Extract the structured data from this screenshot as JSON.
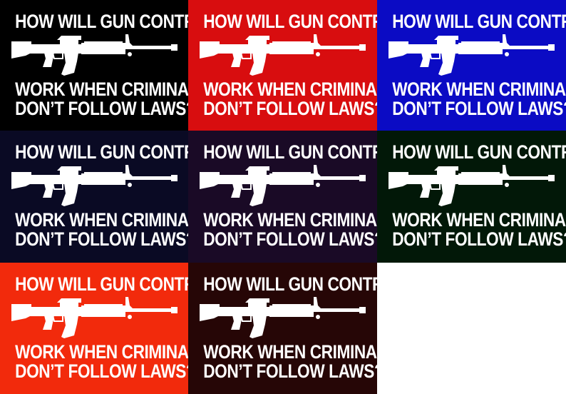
{
  "tiles": [
    {
      "line1": "HOW WILL GUN CONTROL",
      "line2": "WORK WHEN CRIMINALS",
      "line3": "DON’T FOLLOW LAWS?",
      "bg": "#000000"
    },
    {
      "line1": "HOW WILL GUN CONTROL",
      "line2": "WORK WHEN CRIMINALS",
      "line3": "DON’T FOLLOW LAWS?",
      "bg": "#d80d0f"
    },
    {
      "line1": "HOW WILL GUN CONTROL",
      "line2": "WORK WHEN CRIMINALS",
      "line3": "DON’T FOLLOW LAWS?",
      "bg": "#0b0bc4"
    },
    {
      "line1": "HOW WILL GUN CONTROL",
      "line2": "WORK WHEN CRIMINALS",
      "line3": "DON’T FOLLOW LAWS?",
      "bg": "#0a0a24"
    },
    {
      "line1": "HOW WILL GUN CONTROL",
      "line2": "WORK WHEN CRIMINALS",
      "line3": "DON’T FOLLOW LAWS?",
      "bg": "#1a0a26"
    },
    {
      "line1": "HOW WILL GUN CONTROL",
      "line2": "WORK WHEN CRIMINALS",
      "line3": "DON’T FOLLOW LAWS?",
      "bg": "#021808"
    },
    {
      "line1": "HOW WILL GUN CONTROL",
      "line2": "WORK WHEN CRIMINALS",
      "line3": "DON’T FOLLOW LAWS?",
      "bg": "#f22a0c"
    },
    {
      "line1": "HOW WILL GUN CONTROL",
      "line2": "WORK WHEN CRIMINALS",
      "line3": "DON’T FOLLOW LAWS?",
      "bg": "#260606"
    }
  ],
  "icon": "rifle-icon",
  "text_color": "#ffffff",
  "page_background": "#ffffff"
}
